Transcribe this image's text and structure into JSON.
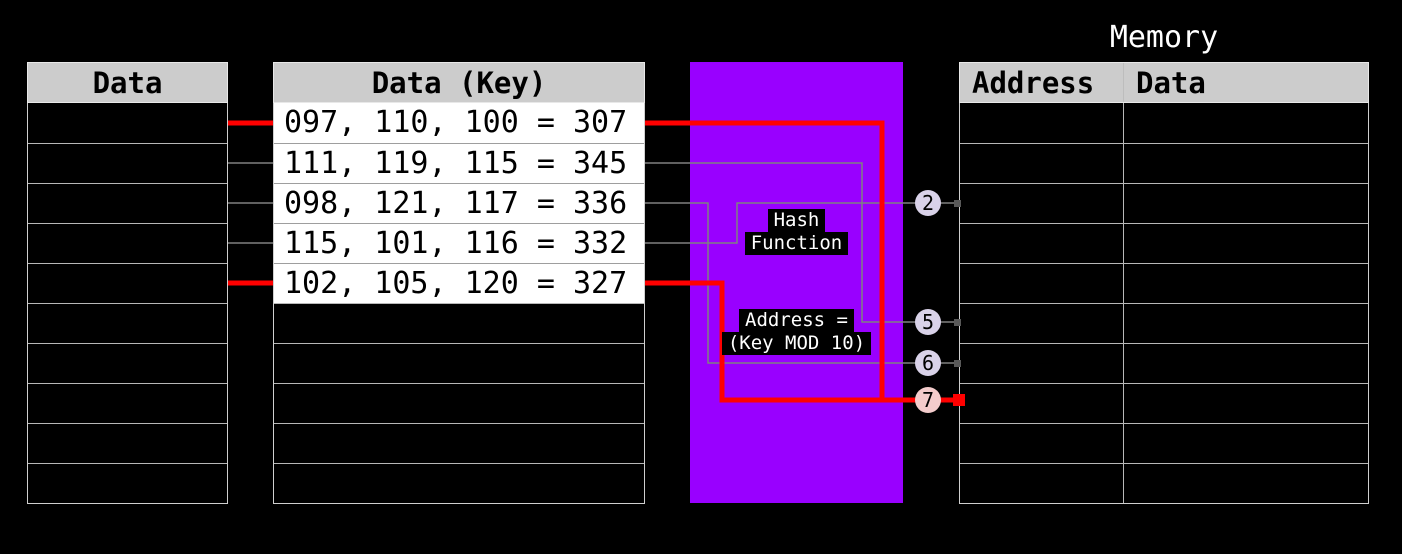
{
  "left_table": {
    "header": "Data"
  },
  "key_table": {
    "header": "Data (Key)",
    "rows": [
      "097, 110, 100 = 307",
      "111, 119, 115 = 345",
      "098, 121, 117 = 336",
      "115, 101, 116 = 332",
      "102, 105, 120 = 327"
    ]
  },
  "hash_box": {
    "label_line1": "Hash",
    "label_line2": "Function",
    "formula_line1": "Address =",
    "formula_line2": "(Key MOD 10)"
  },
  "outputs": {
    "circles": [
      {
        "label": "2"
      },
      {
        "label": "5"
      },
      {
        "label": "6"
      },
      {
        "label": "7"
      }
    ]
  },
  "memory": {
    "title": "Memory",
    "address_header": "Address",
    "data_header": "Data"
  },
  "colors": {
    "background": "#000000",
    "hash_box_purple": "#9900ff",
    "collision_red": "#ff0000",
    "wire_gray": "#808080",
    "header_gray": "#cccccc",
    "circle_lavender": "#d9d2e9",
    "circle_pink": "#f4cccc"
  }
}
